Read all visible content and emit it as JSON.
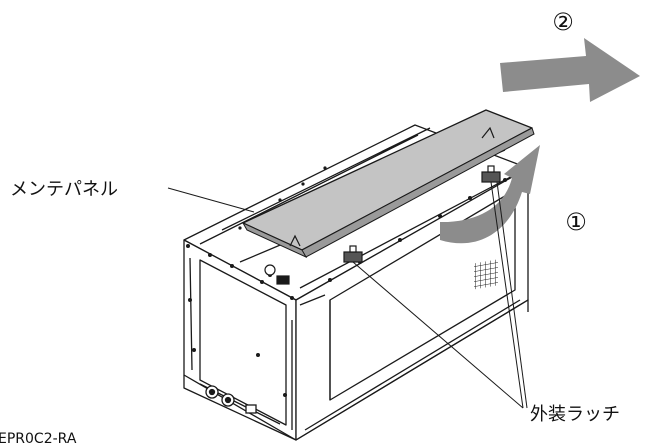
{
  "labels": {
    "step2": "②",
    "step1": "①",
    "panel": "メンテパネル",
    "latch": "外装ラッチ",
    "figure_code": "EPR0C2-RA"
  },
  "colors": {
    "line": "#1a1a1a",
    "panel_fill": "#c4c4c4",
    "arrow_fill": "#8c8c8c",
    "background": "#ffffff"
  }
}
